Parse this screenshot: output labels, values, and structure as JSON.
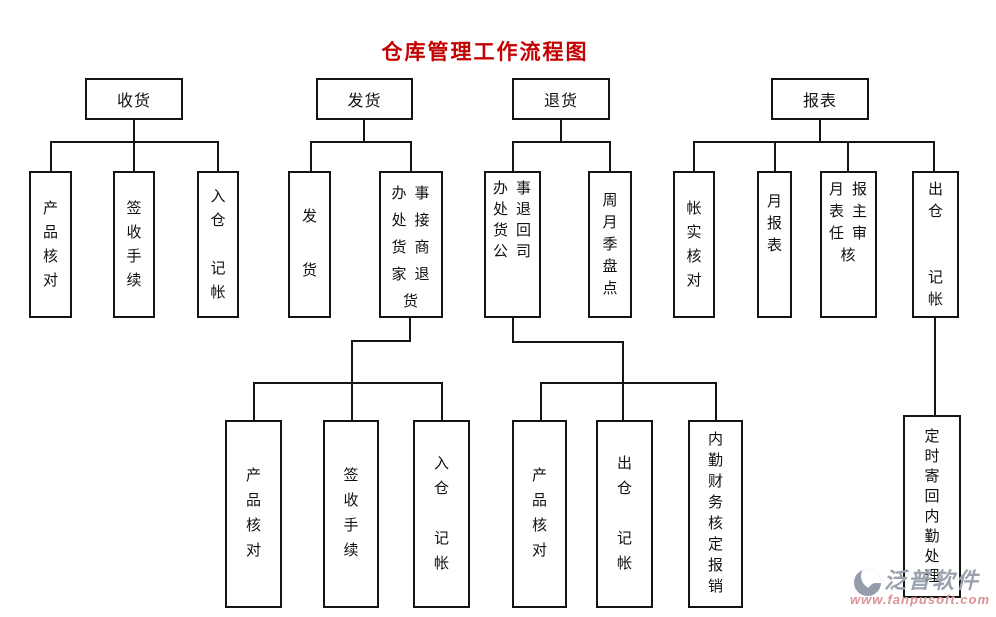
{
  "title": "仓库管理工作流程图",
  "colors": {
    "title": "#c40000",
    "line": "#141414",
    "watermark_brand": "#9aa2ae",
    "watermark_url": "#d9929a"
  },
  "nodes": {
    "receiving": "收货",
    "shipping": "发货",
    "returning": "退货",
    "reporting": "报表",
    "product_check": "产\n品\n核\n对",
    "sign_off": "签\n收\n手\n续",
    "in_wh_bk": "入\n仓\n\n记\n帐",
    "ship": "发\n\n货",
    "office_recv_returns": "办事\n处接\n货商\n家退\n货",
    "office_return_co": "办事\n处退\n货回\n公司",
    "inventory_check": "周\n月\n季\n盘\n点",
    "account_check": "帐\n实\n核\n对",
    "monthly_report": "月\n报\n表",
    "director_review": "月报\n表主\n任审\n核",
    "out_wh_bk_gap2": "出\n仓\n\n\n记\n帐",
    "out_wh_bk": "出\n仓\n\n记\n帐",
    "finance_approve": "内\n勤\n财\n务\n核\n定\n报\n销",
    "mail_back": "定\n时\n寄\n回\n内\n勤\n处\n理"
  },
  "watermark": {
    "brand": "泛普软件",
    "url": "www.fanpusoft.com",
    "logo": "fanpu-swoosh-logo"
  }
}
